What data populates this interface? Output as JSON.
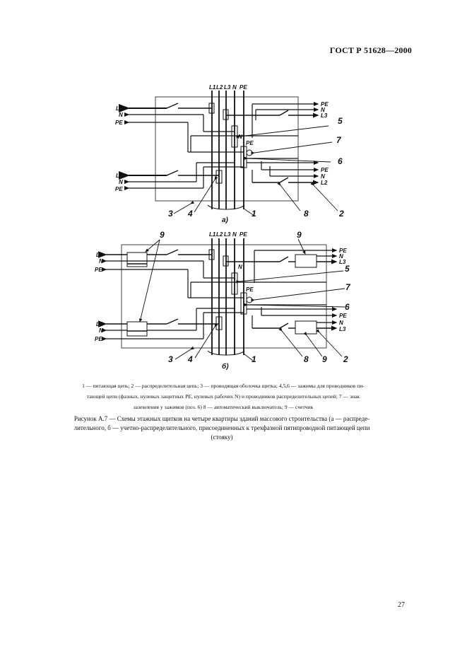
{
  "header": {
    "standard": "ГОСТ Р 51628—2000"
  },
  "diagram_a": {
    "bus_labels": [
      "L1",
      "L2",
      "L3",
      "N",
      "PE"
    ],
    "left_top": [
      "L1",
      "N",
      "PE"
    ],
    "left_bottom": [
      "L2",
      "N",
      "PE"
    ],
    "right_top": [
      "PE",
      "N",
      "L3"
    ],
    "right_bottom": [
      "PE",
      "N",
      "L2"
    ],
    "n_label": "N",
    "pe_label": "PE",
    "callouts": [
      "5",
      "7",
      "6",
      "3",
      "4",
      "1",
      "8",
      "2"
    ],
    "sub_label": "а)"
  },
  "diagram_b": {
    "bus_labels": [
      "L1",
      "L2",
      "L3",
      "N",
      "PE"
    ],
    "left_top": [
      "L1",
      "N",
      "PE"
    ],
    "left_bottom": [
      "L2",
      "N",
      "PE"
    ],
    "right_top": [
      "PE",
      "N",
      "L3"
    ],
    "right_bottom": [
      "PE",
      "N",
      "L3"
    ],
    "n_label": "N",
    "pe_label": "PE",
    "callouts": [
      "9",
      "9",
      "5",
      "7",
      "6",
      "3",
      "4",
      "1",
      "8",
      "9",
      "2"
    ],
    "sub_label": "б)"
  },
  "legend": {
    "line1": "1 — питающая цепь; 2 — распределительная цепь; 3 — проводящая оболочка щитка; 4,5,6 — зажимы для проводников пи-",
    "line2": "тающей цепи (фазных, нулевых защитных PE, нулевых рабочих N) и проводников распределительных цепей; 7 — знак",
    "line3": "заземления у зажимов (поз. 6) 8 — автоматический выключатель; 9 — счетчик"
  },
  "caption": {
    "line1": "Рисунок А.7 — Схемы этажных щитков на четыре квартиры зданий массового строительства (а — распреде-",
    "line2": "лительного, б — учетно-распределительного, присоединенных к трехфазной пятипроводной питающей цепи",
    "line3": "(стояку)"
  },
  "page_number": "27"
}
